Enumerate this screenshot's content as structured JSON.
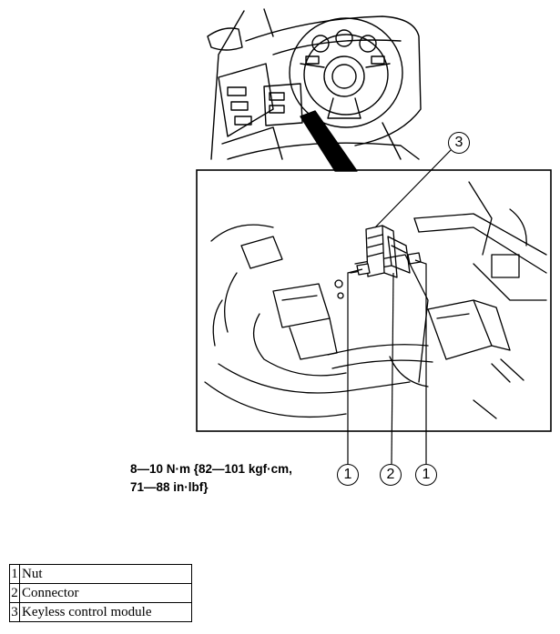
{
  "torque_spec": {
    "line1": "8—10 N·m {82—101 kgf·cm,",
    "line2": "71—88 in·lbf}"
  },
  "callouts": {
    "nut_left": "1",
    "connector": "2",
    "nut_right": "1",
    "module": "3"
  },
  "legend": [
    {
      "num": "1",
      "label": "Nut"
    },
    {
      "num": "2",
      "label": "Connector"
    },
    {
      "num": "3",
      "label": "Keyless control module"
    }
  ]
}
